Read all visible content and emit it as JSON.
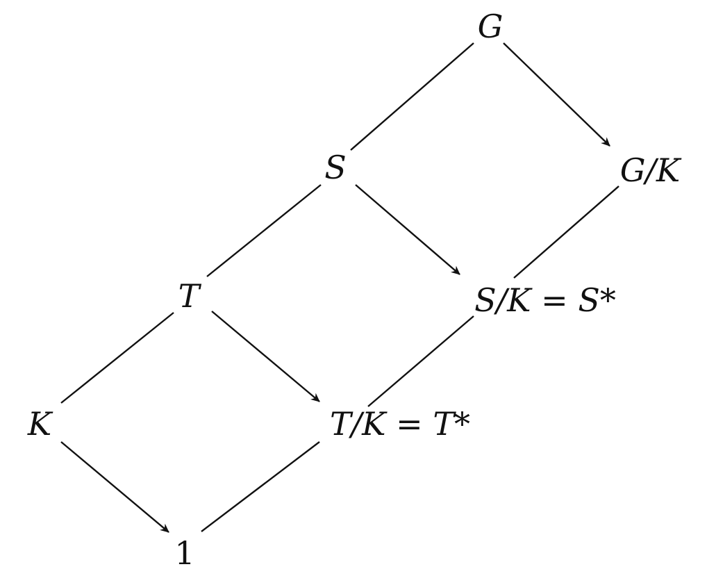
{
  "nodes": {
    "G": "G",
    "S": "S",
    "GK": "G/K",
    "T": "T",
    "SK": "S/K = S*",
    "K": "K",
    "TK": "T/K = T*",
    "one": "1"
  },
  "edges": [
    {
      "from": "G",
      "to": "S",
      "arrow": false
    },
    {
      "from": "G",
      "to": "G/K",
      "arrow": true
    },
    {
      "from": "S",
      "to": "T",
      "arrow": false
    },
    {
      "from": "S",
      "to": "S/K = S*",
      "arrow": true
    },
    {
      "from": "G/K",
      "to": "S/K = S*",
      "arrow": false
    },
    {
      "from": "T",
      "to": "K",
      "arrow": false
    },
    {
      "from": "T",
      "to": "T/K = T*",
      "arrow": true
    },
    {
      "from": "S/K = S*",
      "to": "T/K = T*",
      "arrow": false
    },
    {
      "from": "K",
      "to": "1",
      "arrow": true
    },
    {
      "from": "T/K = T*",
      "to": "1",
      "arrow": false
    }
  ]
}
